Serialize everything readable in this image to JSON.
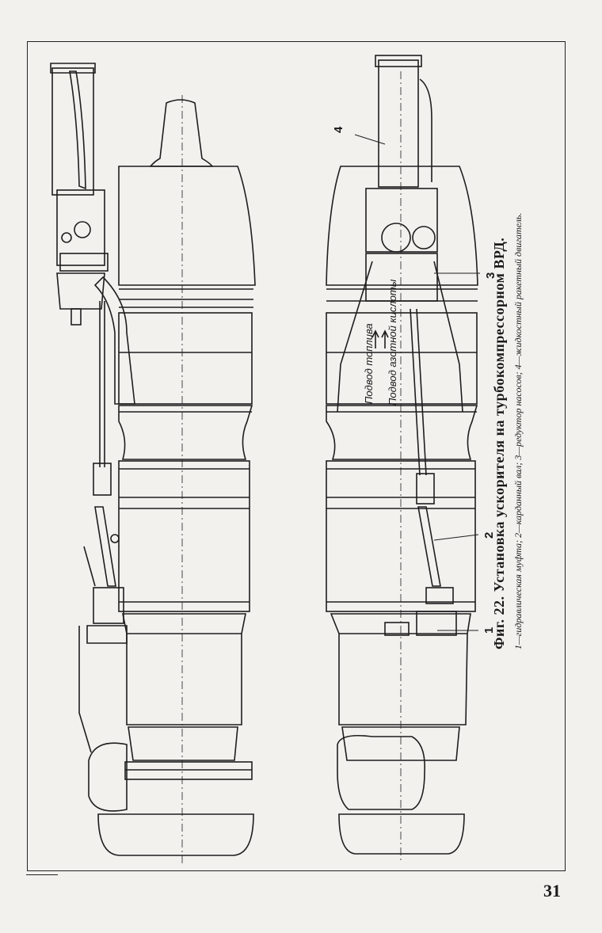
{
  "caption": {
    "title": "Фиг. 22. Установка ускорителя на турбокомпрессорном ВРД.",
    "legend": "1—гидравлическая муфта; 2—карданный вал; 3—редуктор насосов; 4—жидкостный ракетный двигатель."
  },
  "callouts": {
    "c1": "1",
    "c2": "2",
    "c3": "3",
    "c4": "4"
  },
  "notes": {
    "fuel": "Подвод топлива",
    "oxidizer": "Подвод азотной кислоты"
  },
  "page_number": "31"
}
